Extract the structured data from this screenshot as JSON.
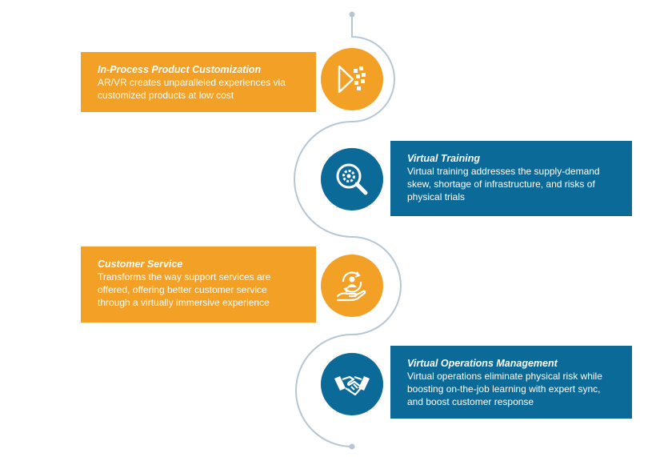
{
  "colors": {
    "orange": "#f3a026",
    "blue": "#0b6a98",
    "line": "#b6c6d2"
  },
  "items": [
    {
      "title": "In-Process Product Customization",
      "lines": [
        "AR/VR creates unparalleled experiences via",
        "customized products at low cost"
      ],
      "icon": "product-customization-icon"
    },
    {
      "title": "Virtual Training",
      "lines": [
        "Virtual training addresses the supply-demand",
        "skew, shortage of infrastructure, and risks of",
        "physical trials"
      ],
      "icon": "gear-search-icon"
    },
    {
      "title": "Customer Service",
      "lines": [
        "Transforms the way support services are",
        "offered, offering better customer service",
        "through a virtually immersive experience"
      ],
      "icon": "customer-hand-icon"
    },
    {
      "title": "Virtual Operations Management",
      "lines": [
        "Virtual operations eliminate physical risk while",
        "boosting on-the-job learning with expert sync,",
        "and boost customer response"
      ],
      "icon": "handshake-icon"
    }
  ]
}
